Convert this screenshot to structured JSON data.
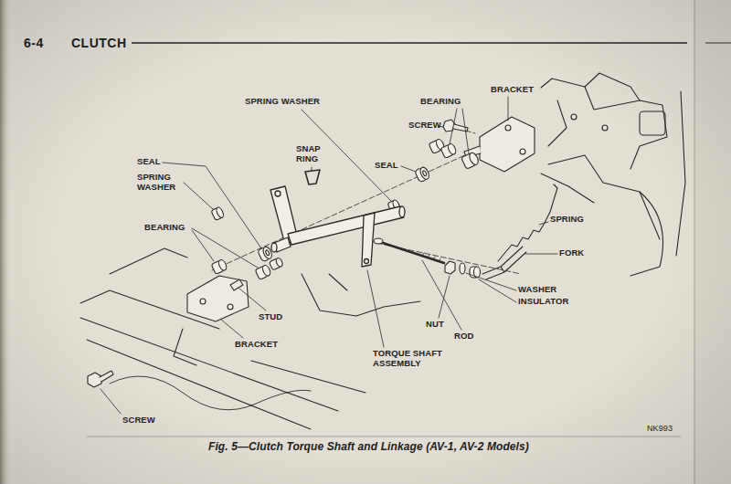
{
  "diagram": {
    "title": "CLUTCH",
    "caption": "Fig. 5—Clutch Torque Shaft and Linkage (AV-1, AV-2 Models)",
    "labels": [
      "6-4",
      "BRACKET",
      "SCREW",
      "SPRING WASHER",
      "BEARING",
      "SNAP RING",
      "SEAL",
      "SPRING WASHER",
      "SEAL",
      "SPRING",
      "BEARING",
      "FORK",
      "WASHER",
      "INSULATOR",
      "STUD",
      "NUT",
      "ROD",
      "BRACKET",
      "TORQUE SHAFT ASSEMBLY",
      "SCREW",
      "NK993"
    ]
  }
}
